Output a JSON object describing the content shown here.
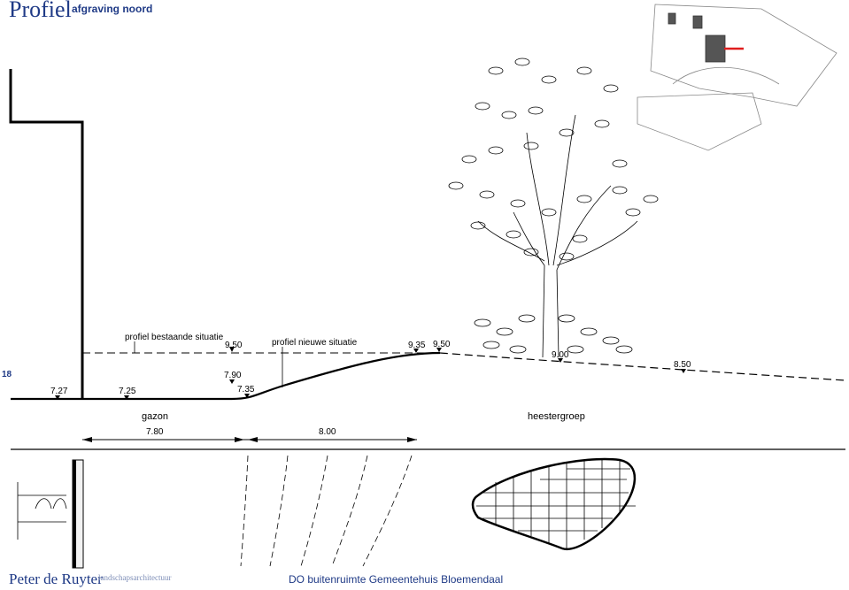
{
  "header": {
    "title": "Profiel",
    "subtitle": "afgraving noord"
  },
  "page_number": "18",
  "section": {
    "label_existing": "profiel bestaande situatie",
    "label_new": "profiel nieuwe situatie",
    "levels": [
      "7.27",
      "7.25",
      "9.50",
      "7.90",
      "7.35",
      "9.35",
      "9.50",
      "9.00",
      "8.50"
    ]
  },
  "zones": {
    "lawn": "gazon",
    "shrubs": "heestergroep"
  },
  "dimensions": {
    "lawn_width": "7.80",
    "slope_width": "8.00"
  },
  "footer": {
    "firm": "Peter de Ruyter",
    "firm_type": "landschapsarchitectuur",
    "project": "DO buitenruimte Gemeentehuis Bloemendaal"
  },
  "colors": {
    "brand_blue": "#1f3a86",
    "key_marker": "#e01e1e",
    "building": "#555555"
  }
}
